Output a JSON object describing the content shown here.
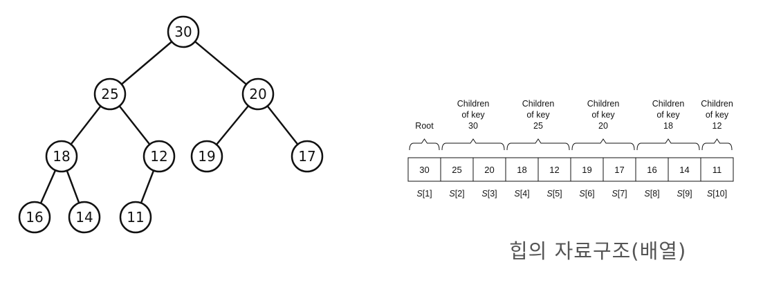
{
  "tree": {
    "nodes": [
      {
        "id": "n1",
        "label": "30"
      },
      {
        "id": "n2",
        "label": "25"
      },
      {
        "id": "n3",
        "label": "20"
      },
      {
        "id": "n4",
        "label": "18"
      },
      {
        "id": "n5",
        "label": "12"
      },
      {
        "id": "n6",
        "label": "19"
      },
      {
        "id": "n7",
        "label": "17"
      },
      {
        "id": "n8",
        "label": "16"
      },
      {
        "id": "n9",
        "label": "14"
      },
      {
        "id": "n10",
        "label": "11"
      }
    ],
    "edges": [
      [
        "n1",
        "n2"
      ],
      [
        "n1",
        "n3"
      ],
      [
        "n2",
        "n4"
      ],
      [
        "n2",
        "n5"
      ],
      [
        "n3",
        "n6"
      ],
      [
        "n3",
        "n7"
      ],
      [
        "n4",
        "n8"
      ],
      [
        "n4",
        "n9"
      ],
      [
        "n5",
        "n10"
      ]
    ]
  },
  "array": {
    "groups": [
      {
        "label": [
          "Root"
        ]
      },
      {
        "label": [
          "Children",
          "of key",
          "30"
        ]
      },
      {
        "label": [
          "Children",
          "of key",
          "25"
        ]
      },
      {
        "label": [
          "Children",
          "of key",
          "20"
        ]
      },
      {
        "label": [
          "Children",
          "of key",
          "18"
        ]
      },
      {
        "label": [
          "Children",
          "of key",
          "12"
        ]
      }
    ],
    "cells": [
      "30",
      "25",
      "20",
      "18",
      "12",
      "19",
      "17",
      "16",
      "14",
      "11"
    ],
    "index_prefix": "S",
    "indices": [
      "[1]",
      "[2]",
      "[3]",
      "[4]",
      "[5]",
      "[6]",
      "[7]",
      "[8]",
      "[9]",
      "[10]"
    ]
  },
  "caption": "힙의 자료구조(배열)"
}
